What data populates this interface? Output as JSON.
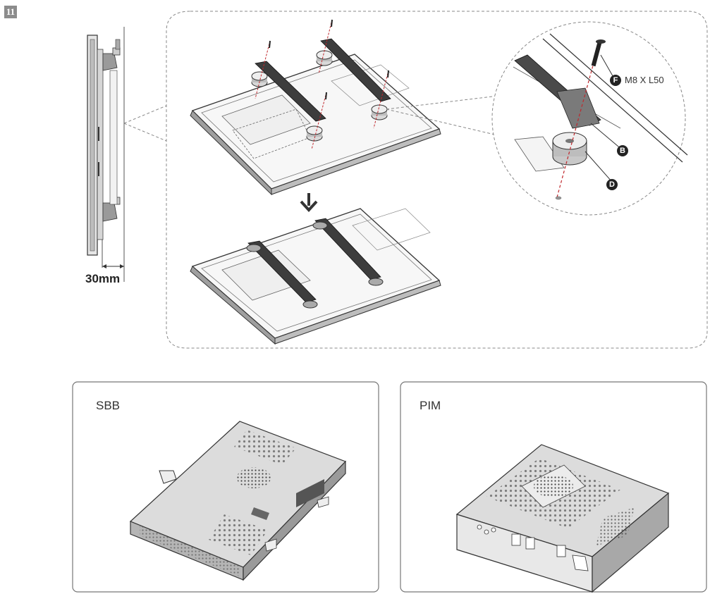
{
  "step_number": "11",
  "dimension_label": "30mm",
  "callouts": {
    "screw": {
      "letter": "F",
      "spec": "M8 X L50"
    },
    "bracket": {
      "letter": "B"
    },
    "spacer": {
      "letter": "D"
    }
  },
  "modules": [
    {
      "title": "SBB"
    },
    {
      "title": "PIM"
    }
  ]
}
